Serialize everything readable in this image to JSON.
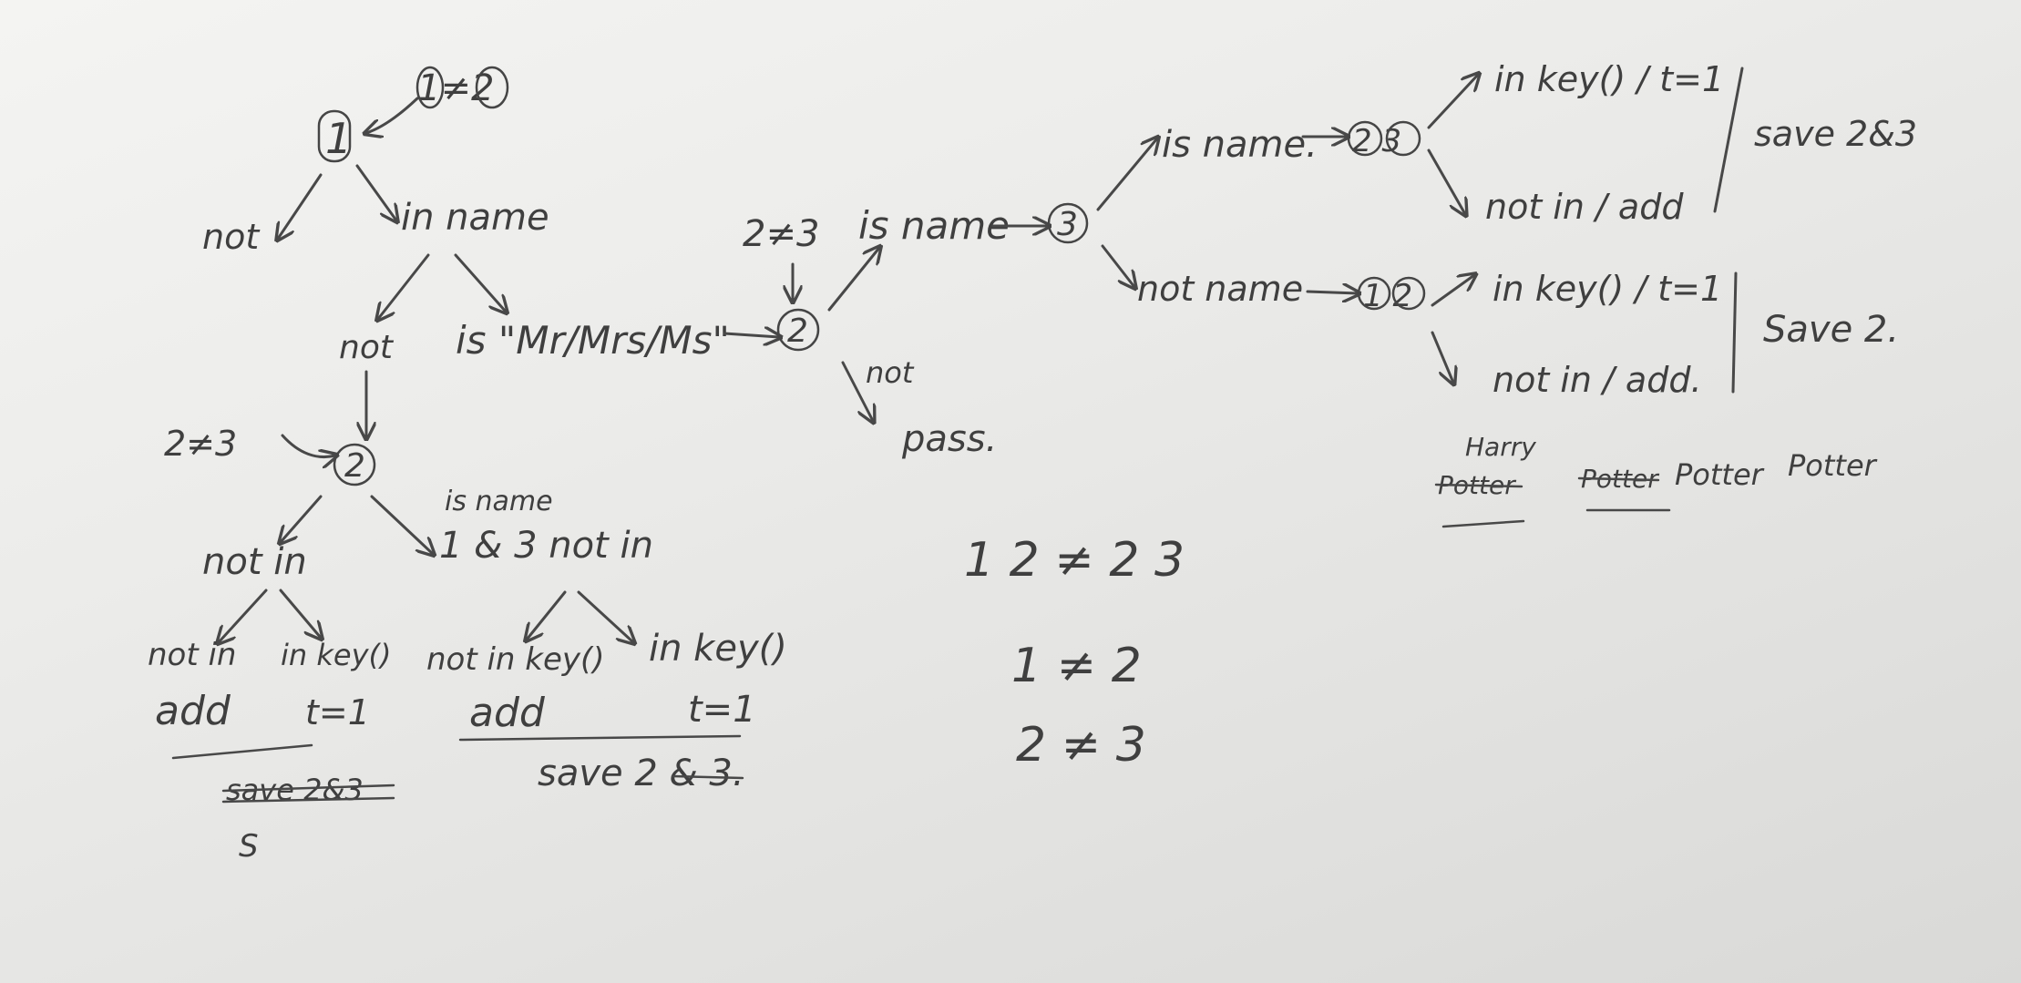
{
  "left_tree": {
    "top_condition": "1≠2",
    "root": "1",
    "root_not": "not",
    "root_in": "in name",
    "mid_not": "not",
    "mid_is": "is \"Mr/Mrs/Ms\"",
    "cond_2_3": "2≠3",
    "node2": "2",
    "not_in": "not in",
    "is_name": "is name",
    "and_3_not_in": "1 & 3 not in",
    "leaf_not_in": "not in",
    "leaf_in_key": "in key()",
    "leaf_add": "add",
    "leaf_t1": "t=1",
    "leaf_not_in_key": "not in key()",
    "leaf_in_key_2": "in key()",
    "leaf_add_2": "add",
    "leaf_t1_2": "t=1",
    "save_left": "save 2&3",
    "save_left_s": "S",
    "save_right": "save 2 & 3."
  },
  "middle": {
    "cond_2_3": "2≠3",
    "is_name": "is name",
    "node2": "2",
    "not": "not",
    "pass": "pass.",
    "node3": "3",
    "eq1": "1 2 ≠ 2 3",
    "eq2": "1 ≠ 2",
    "eq3": "2 ≠ 3"
  },
  "right_tree": {
    "is_name": "is name.",
    "pair_top": "2 3",
    "in_key_top": "in key() / t=1",
    "not_in_top": "not in / add",
    "save_top": "save 2&3",
    "not_name": "not name",
    "pair_bottom": "1 2",
    "in_key_bottom": "in key() / t=1",
    "not_in_bottom": "not in / add.",
    "save_bottom": "Save 2."
  },
  "notes": {
    "word_harry": "Harry",
    "word_potter_struck_1": "Potter",
    "word_potter_struck_2": "Potter",
    "word_potter_1": "Potter",
    "word_potter_2": "Potter"
  }
}
